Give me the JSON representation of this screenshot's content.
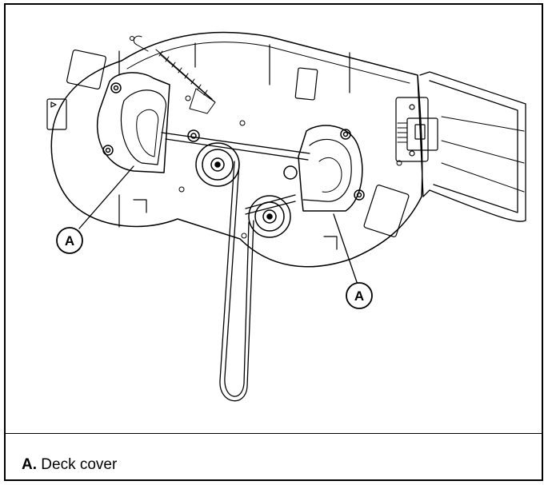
{
  "figure": {
    "callouts": [
      {
        "label": "A"
      },
      {
        "label": "A"
      }
    ]
  },
  "legend": {
    "items": [
      {
        "key": "A",
        "text": "Deck cover"
      }
    ]
  }
}
